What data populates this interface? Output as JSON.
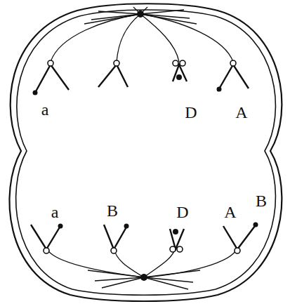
{
  "diagram": {
    "labels": [
      "a",
      "D",
      "A",
      "a",
      "B",
      "D",
      "A",
      "B"
    ]
  }
}
